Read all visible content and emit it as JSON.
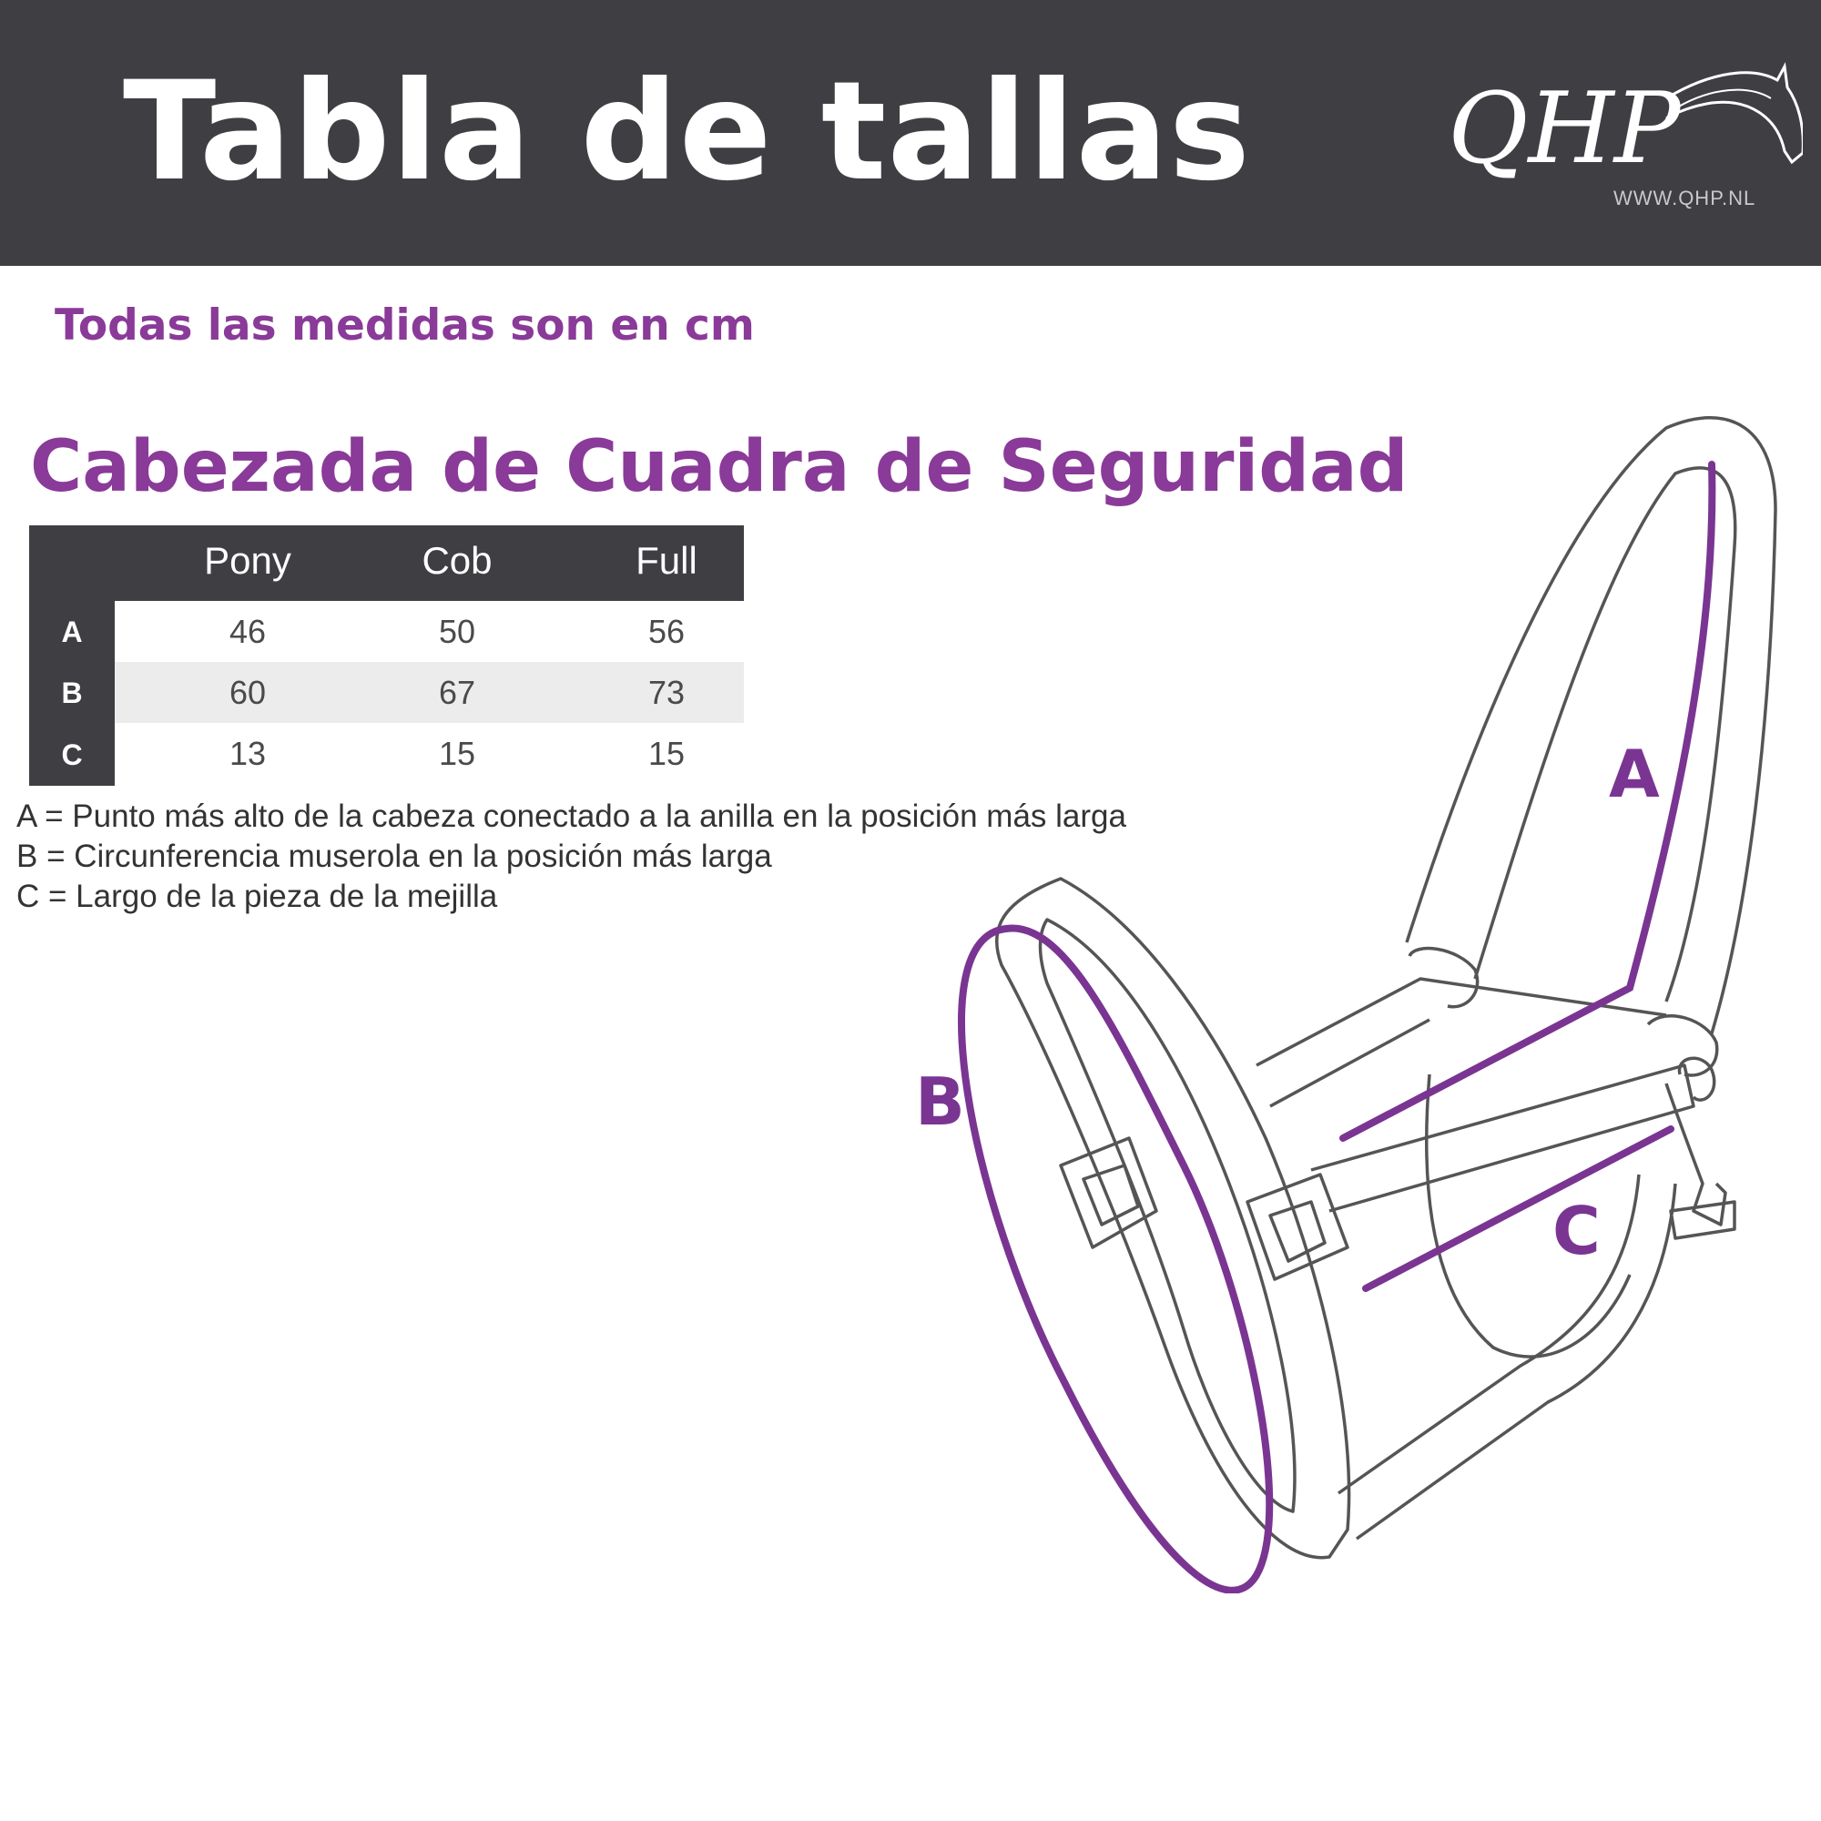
{
  "header": {
    "title": "Tabla de tallas",
    "logo_text": "QHP",
    "logo_url": "WWW.QHP.NL"
  },
  "subtitle": "Todas las medidas son en cm",
  "product_title": "Cabezada de Cuadra de Seguridad",
  "table": {
    "columns": [
      "Pony",
      "Cob",
      "Full"
    ],
    "rows": [
      {
        "label": "A",
        "values": [
          "46",
          "50",
          "56"
        ]
      },
      {
        "label": "B",
        "values": [
          "60",
          "67",
          "73"
        ]
      },
      {
        "label": "C",
        "values": [
          "13",
          "15",
          "15"
        ]
      }
    ]
  },
  "legend": [
    "A = Punto más alto de la cabeza conectado a la anilla en la posición más larga",
    "B = Circunferencia muserola en la posición más larga",
    "C = Largo de la pieza de la mejilla"
  ],
  "diagram": {
    "labels": {
      "a": "A",
      "b": "B",
      "c": "C"
    },
    "colors": {
      "measure": "#7a3592",
      "outline": "#555555",
      "header": "#3f3e43"
    }
  }
}
